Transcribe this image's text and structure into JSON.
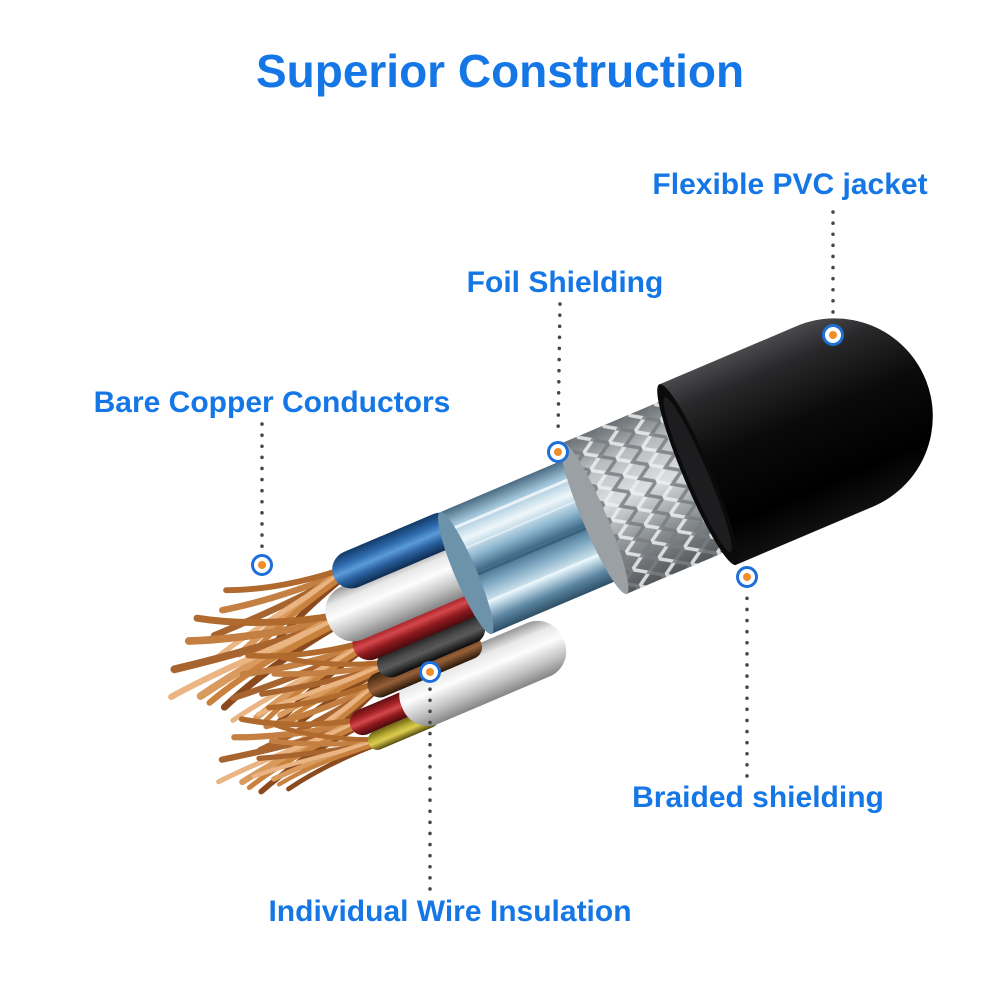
{
  "title": "Superior Construction",
  "colors": {
    "accent": "#1577e6",
    "marker_ring": "#1e6fd6",
    "marker_dot": "#f08f2a",
    "leader_line": "#454545",
    "jacket": "#0e0e10",
    "braid": "#b8bcbe",
    "foil": "#a8c8dc",
    "copper": "#c47f42"
  },
  "callouts": [
    {
      "id": "pvc",
      "label": "Flexible PVC jacket"
    },
    {
      "id": "foil",
      "label": "Foil Shielding"
    },
    {
      "id": "copper",
      "label": "Bare Copper Conductors"
    },
    {
      "id": "braid",
      "label": "Braided shielding"
    },
    {
      "id": "insulation",
      "label": "Individual Wire Insulation"
    }
  ],
  "illustration": {
    "subject": "stripped-cable-cutaway",
    "layers_outer_to_inner": [
      "Flexible PVC jacket",
      "Braided shielding",
      "Foil Shielding",
      "Individual Wire Insulation",
      "Bare Copper Conductors"
    ]
  }
}
